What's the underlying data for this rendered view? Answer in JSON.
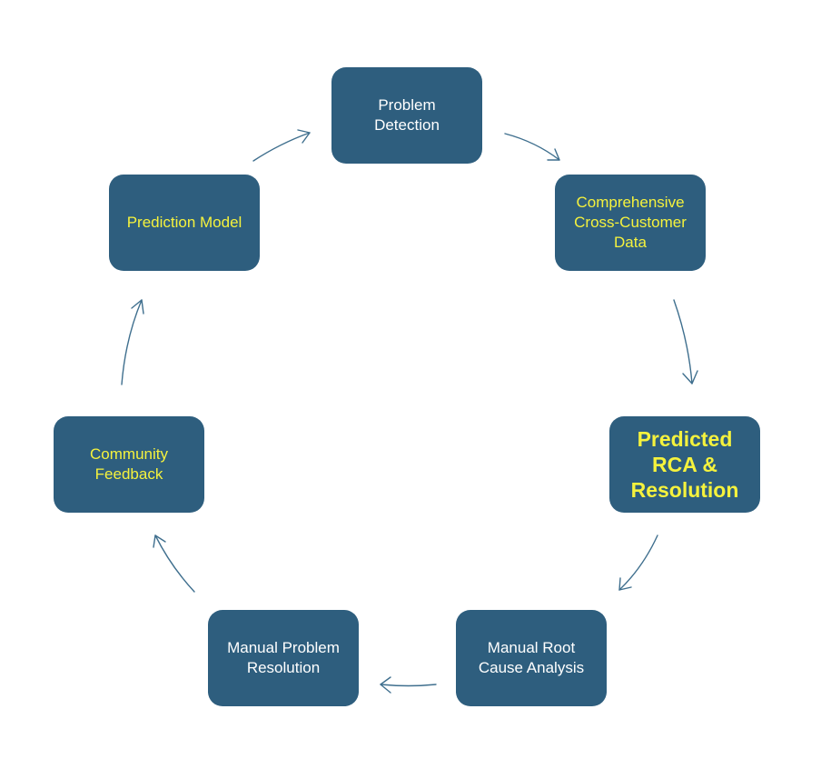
{
  "nodes": {
    "problem_detection": "Problem\nDetection",
    "cross_customer_data": "Comprehensive\nCross-Customer\nData",
    "predicted_rca": "Predicted\nRCA &\nResolution",
    "manual_rca": "Manual Root\nCause Analysis",
    "manual_resolution": "Manual Problem\nResolution",
    "community_feedback": "Community\nFeedback",
    "prediction_model": "Prediction Model"
  },
  "colors": {
    "node_fill": "#2e5e7e",
    "white_text": "#ffffff",
    "highlight_text": "#f5f23d",
    "arrow": "#3f6f8e"
  }
}
